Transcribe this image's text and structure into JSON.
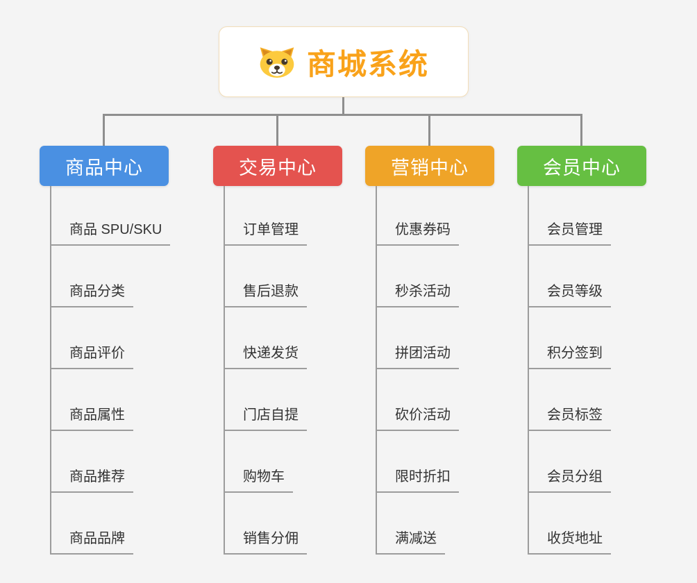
{
  "root": {
    "title": "商城系统",
    "icon": "dog-icon"
  },
  "colors": {
    "background": "#f4f4f4",
    "connector": "#8e8e8e",
    "root_title": "#f9a21a"
  },
  "branches": [
    {
      "label": "商品中心",
      "color": "#4a90e2",
      "children": [
        "商品 SPU/SKU",
        "商品分类",
        "商品评价",
        "商品属性",
        "商品推荐",
        "商品品牌"
      ]
    },
    {
      "label": "交易中心",
      "color": "#e4534f",
      "children": [
        "订单管理",
        "售后退款",
        "快递发货",
        "门店自提",
        "购物车",
        "销售分佣"
      ]
    },
    {
      "label": "营销中心",
      "color": "#efa428",
      "children": [
        "优惠券码",
        "秒杀活动",
        "拼团活动",
        "砍价活动",
        "限时折扣",
        "满减送"
      ]
    },
    {
      "label": "会员中心",
      "color": "#66bf42",
      "children": [
        "会员管理",
        "会员等级",
        "积分签到",
        "会员标签",
        "会员分组",
        "收货地址"
      ]
    }
  ]
}
